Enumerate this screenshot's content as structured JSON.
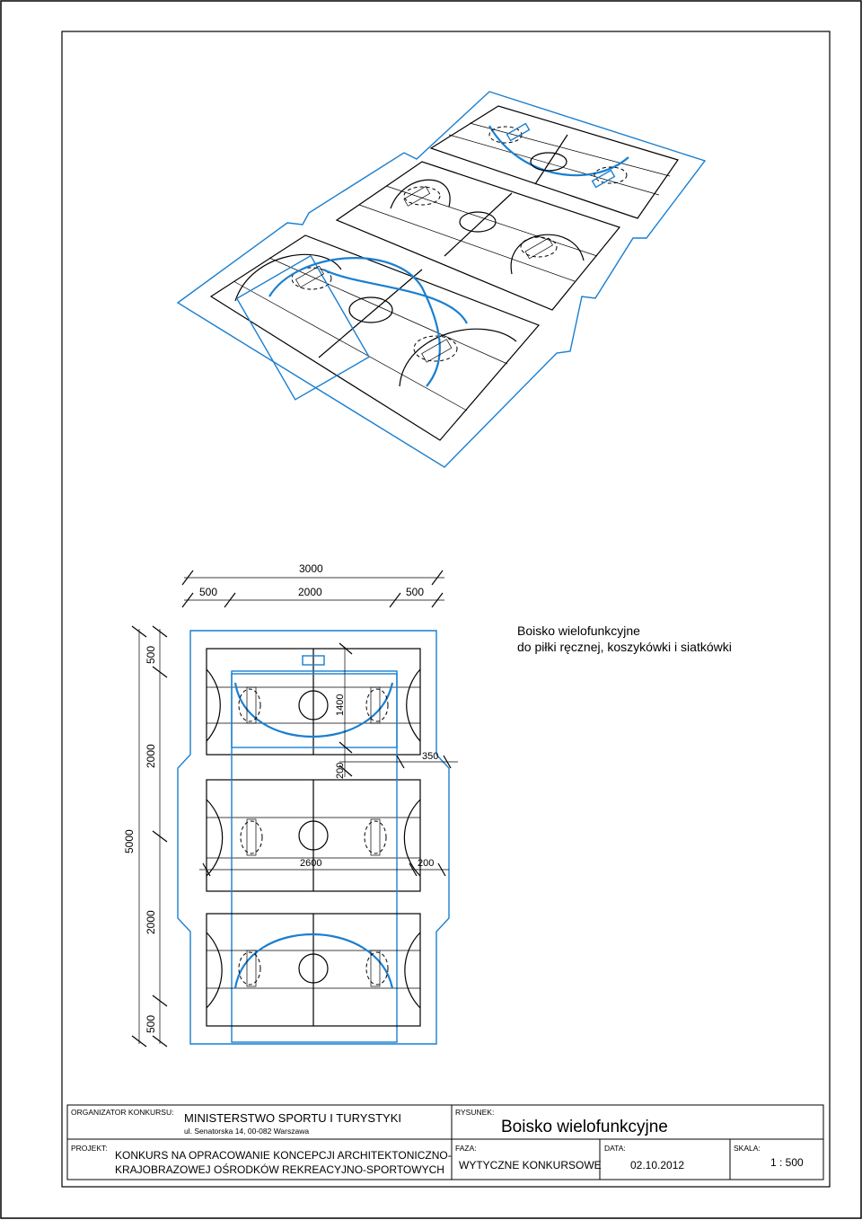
{
  "drawing": {
    "title_lines": [
      "Boisko wielofunkcyjne",
      "do piłki ręcznej, koszykówki i siatkówki"
    ],
    "dimensions": {
      "top_total": "3000",
      "top_left": "500",
      "top_mid": "2000",
      "top_right": "500",
      "left_total": "5000",
      "left_top": "500",
      "left_seg1": "2000",
      "left_seg2": "2000",
      "left_bottom": "500",
      "inner_1400": "1400",
      "inner_200_a": "200",
      "inner_350": "350",
      "inner_2600": "2600",
      "inner_200_b": "200"
    }
  },
  "title_block": {
    "organizer_label": "ORGANIZATOR KONKURSU:",
    "organizer_name": "MINISTERSTWO SPORTU I TURYSTYKI",
    "organizer_address": "ul. Senatorska 14, 00-082 Warszawa",
    "drawing_label": "RYSUNEK:",
    "drawing_name": "Boisko wielofunkcyjne",
    "project_label": "PROJEKT:",
    "project_line1": "KONKURS NA OPRACOWANIE KONCEPCJI ARCHITEKTONICZNO-",
    "project_line2": "KRAJOBRAZOWEJ OŚRODKÓW REKREACYJNO-SPORTOWYCH",
    "phase_label": "FAZA:",
    "phase_value": "WYTYCZNE KONKURSOWE",
    "date_label": "DATA:",
    "date_value": "02.10.2012",
    "scale_label": "SKALA:",
    "scale_value": "1 : 500"
  },
  "colors": {
    "line": "#000000",
    "accent_blue": "#1a7fd0"
  }
}
